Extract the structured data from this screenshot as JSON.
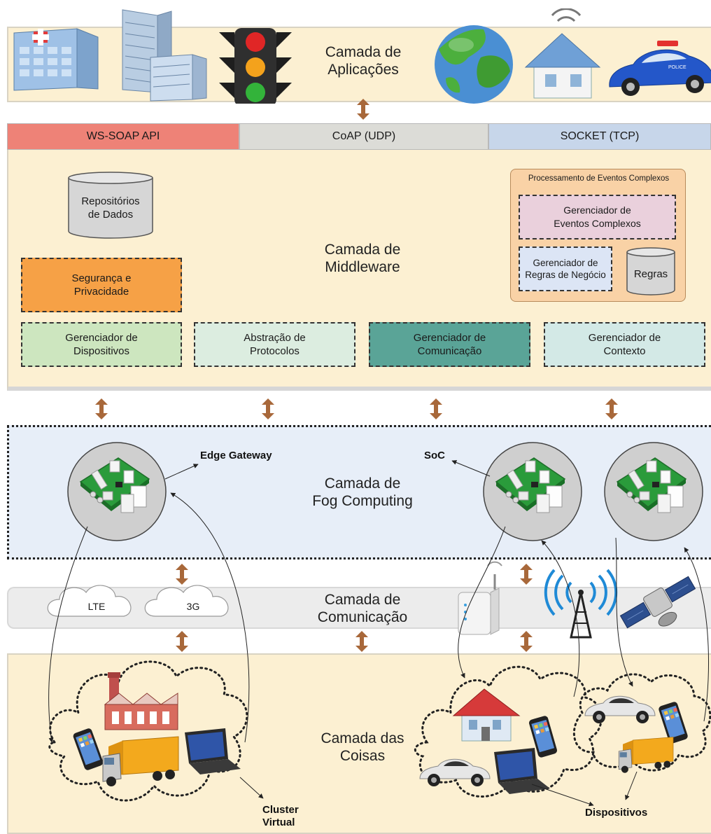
{
  "layers": {
    "applications": "Camada de\nAplicações",
    "middleware": "Camada de\nMiddleware",
    "fog": "Camada de\nFog Computing",
    "communication": "Camada de\nComunicação",
    "things": "Camada das\nCoisas"
  },
  "apis": [
    {
      "label": "WS-SOAP API",
      "color": "#ee8277"
    },
    {
      "label": "CoAP (UDP)",
      "color": "#dcdcd7"
    },
    {
      "label": "SOCKET (TCP)",
      "color": "#c7d6ea"
    }
  ],
  "middleware": {
    "repository": "Repositórios\nde Dados",
    "security": "Segurança e\nPrivacidade",
    "cep_title": "Processamento de Eventos Complexos",
    "cep_manager": "Gerenciador de\nEventos Complexos",
    "rules_manager": "Gerenciador de\nRegras de Negócio",
    "rules": "Regras",
    "modules": [
      {
        "label": "Gerenciador de\nDispositivos",
        "color": "#cde6bf"
      },
      {
        "label": "Abstração de\nProtocolos",
        "color": "#dcede0"
      },
      {
        "label": "Gerenciador de\nComunicação",
        "color": "#5aa497"
      },
      {
        "label": "Gerenciador de\nContexto",
        "color": "#d3e9e6"
      }
    ]
  },
  "fog": {
    "edge_gateway": "Edge Gateway",
    "soc": "SoC"
  },
  "communication": {
    "lte": "LTE",
    "g3": "3G"
  },
  "things": {
    "cluster": "Cluster\nVirtual",
    "devices": "Dispositivos"
  },
  "colors": {
    "arrow": "#a8683a",
    "security": "#f6a146",
    "cep_fill": "#f9d2a6",
    "cep_manager_fill": "#ead0dc",
    "rules_manager_fill": "#dce5f5"
  }
}
